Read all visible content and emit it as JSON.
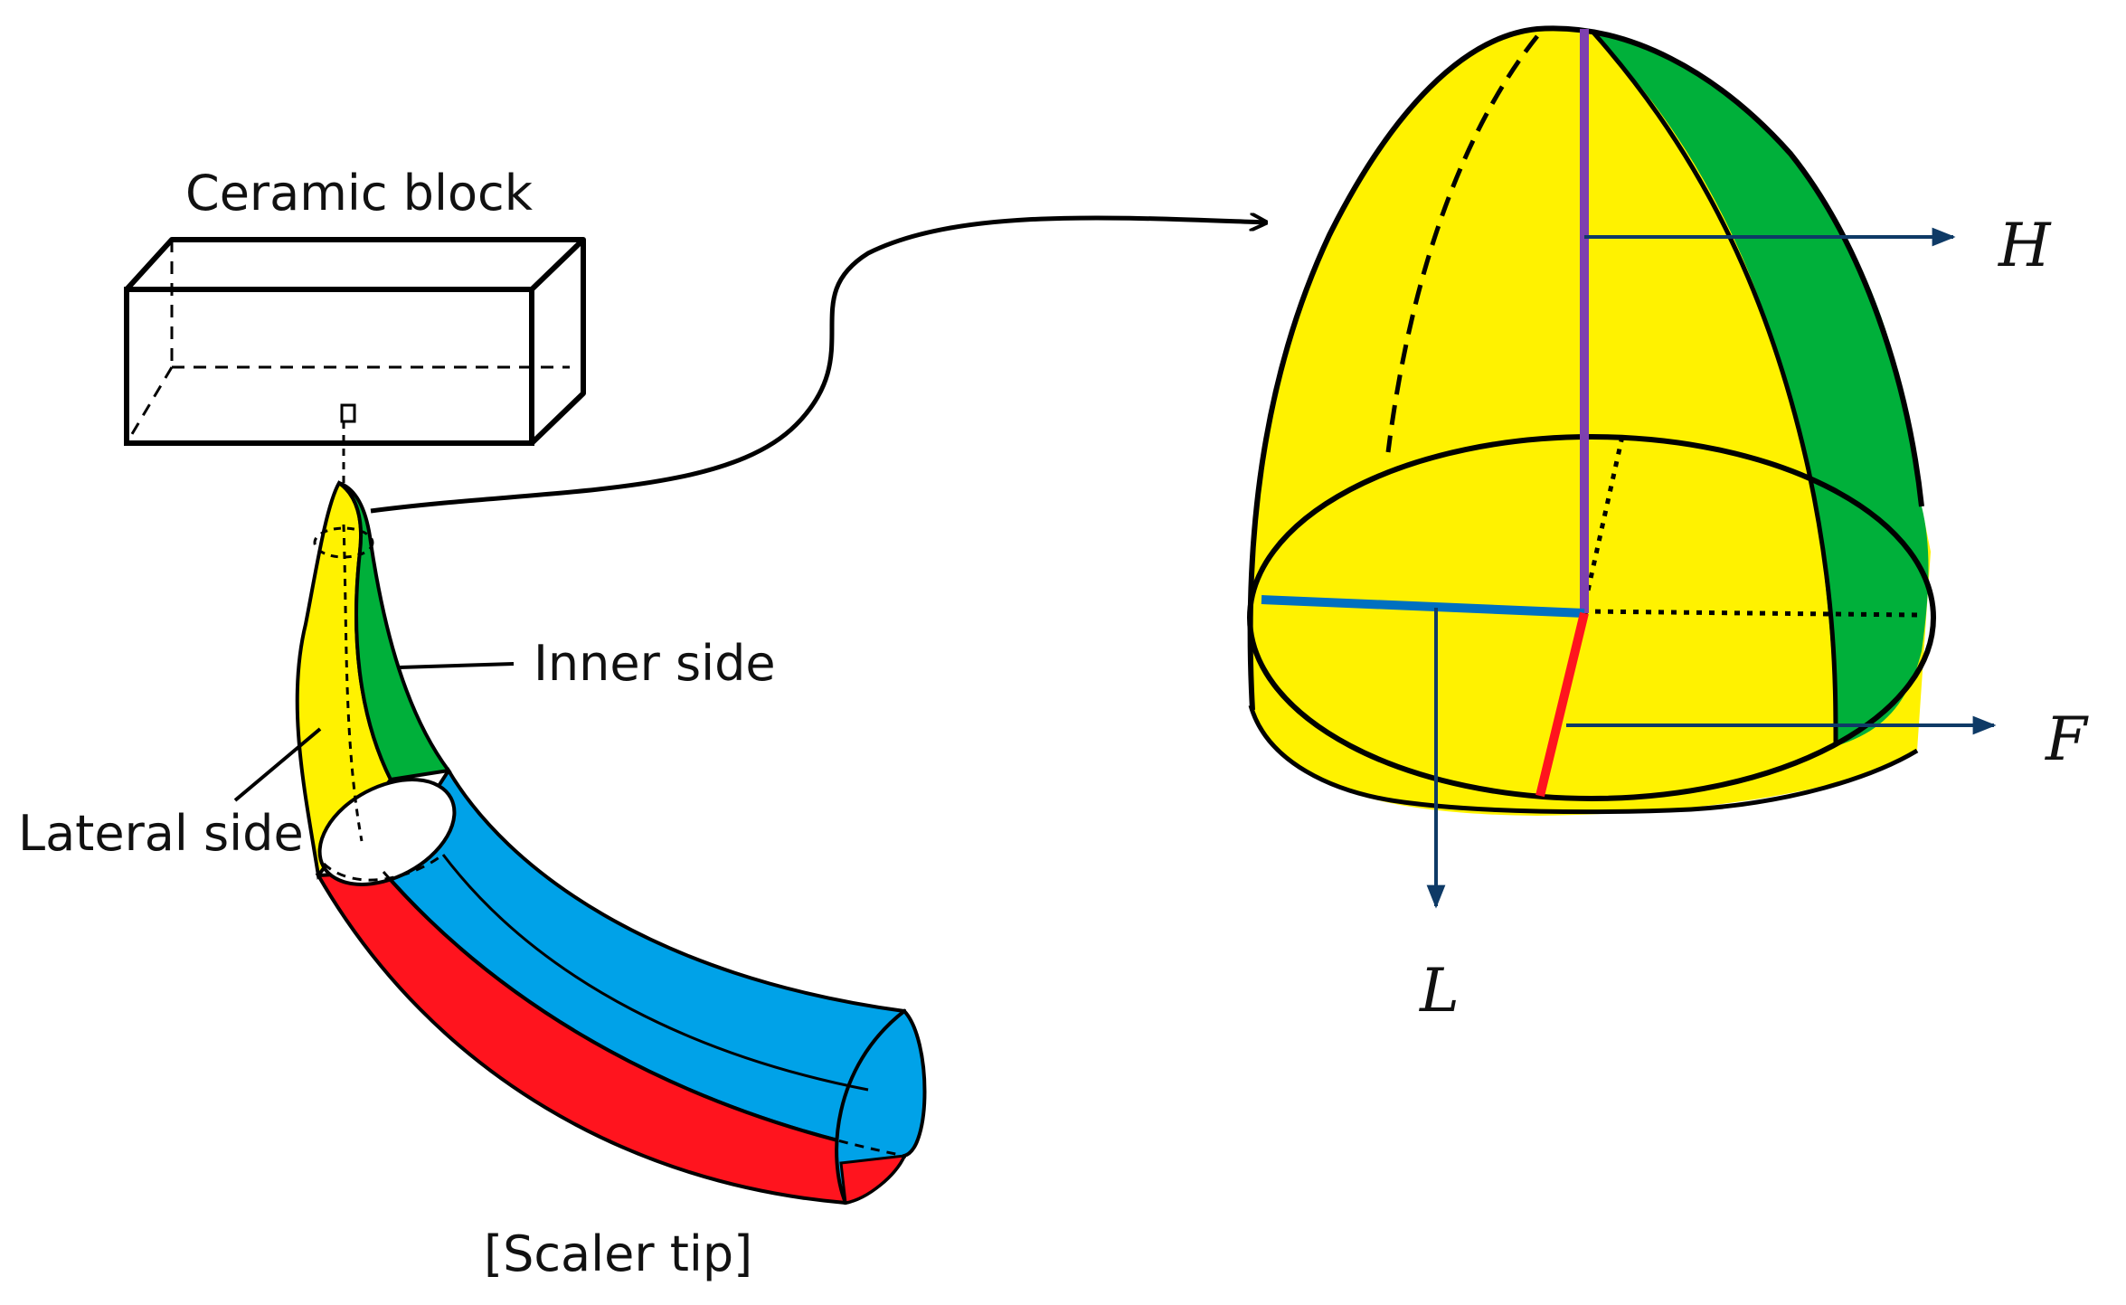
{
  "labels": {
    "ceramic_block": "Ceramic block",
    "inner_side": "Inner side",
    "lateral_side": "Lateral side",
    "scaler_tip": "[Scaler tip]"
  },
  "axes": {
    "h": "H",
    "f": "F",
    "l": "L"
  },
  "colors": {
    "yellow": "#FFF200",
    "green": "#00B03A",
    "blue": "#00A2E8",
    "red": "#FF141E",
    "purple": "#7E40B0",
    "axis_blue": "#0070C0",
    "arrow_navy": "#0E3A66",
    "outline": "#000000"
  }
}
